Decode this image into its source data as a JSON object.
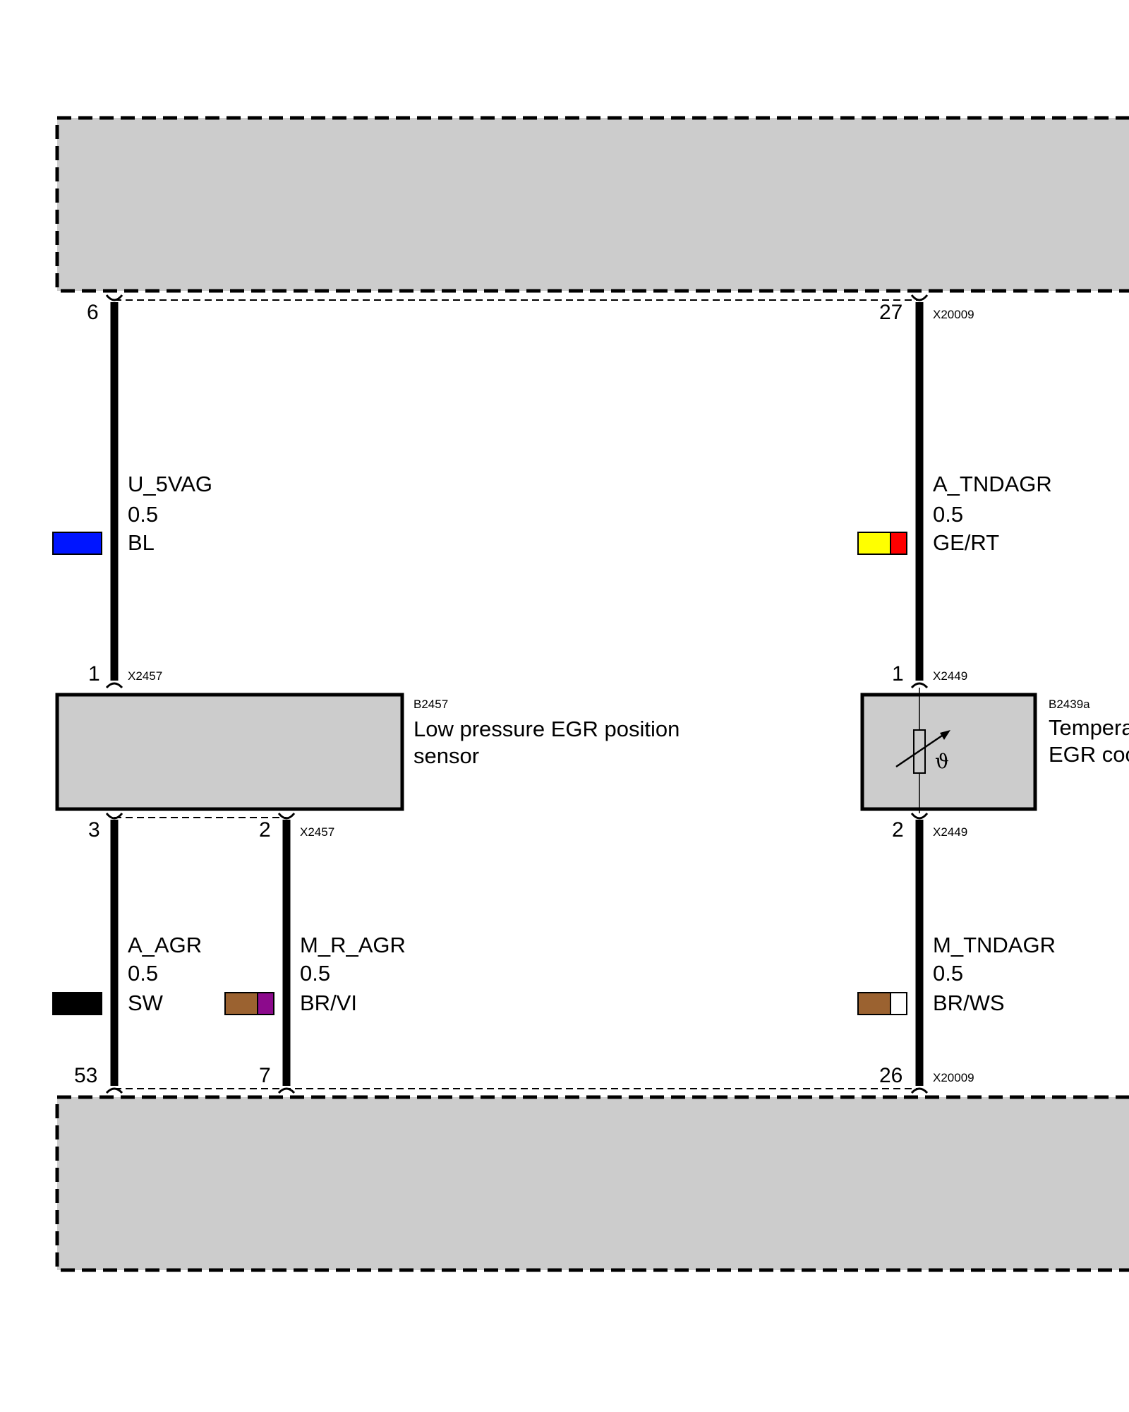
{
  "connector_top": "X20009",
  "wires": [
    {
      "id": "w1",
      "signal": "U_5VAG",
      "size": "0.5",
      "color_code": "BL",
      "colors": [
        "#0015ff"
      ],
      "pin_top": "6",
      "pin_bottom": "1",
      "conn_bottom": "X2457"
    },
    {
      "id": "w2",
      "signal": "A_TNDAGR",
      "size": "0.5",
      "color_code": "GE/RT",
      "colors": [
        "#ffff00",
        "#ff0000"
      ],
      "pin_top": "27",
      "pin_bottom": "1",
      "conn_bottom": "X2449"
    },
    {
      "id": "w3",
      "signal": "A_AGR",
      "size": "0.5",
      "color_code": "SW",
      "colors": [
        "#000000"
      ],
      "pin_top": "3",
      "pin_bottom": "53",
      "conn_top": "X2457"
    },
    {
      "id": "w4",
      "signal": "M_R_AGR",
      "size": "0.5",
      "color_code": "BR/VI",
      "colors": [
        "#9b6230",
        "#8c0a8c"
      ],
      "pin_top": "2",
      "pin_bottom": "7",
      "conn_top": "X2457"
    },
    {
      "id": "w5",
      "signal": "M_TNDAGR",
      "size": "0.5",
      "color_code": "BR/WS",
      "colors": [
        "#9b6230",
        "#ffffff"
      ],
      "pin_top": "2",
      "pin_bottom": "26",
      "conn_top": "X2449"
    }
  ],
  "components": {
    "b2457": {
      "id": "B2457",
      "label_line1": "Low pressure EGR position",
      "label_line2": "sensor"
    },
    "b2439a": {
      "id": "B2439a",
      "label_line1": "Tempera",
      "label_line2": "EGR coo"
    }
  },
  "connector_bottom": "X20009",
  "theta_symbol": "ϑ",
  "colors": {
    "module_fill": "#cccccc",
    "wire": "#000000"
  }
}
